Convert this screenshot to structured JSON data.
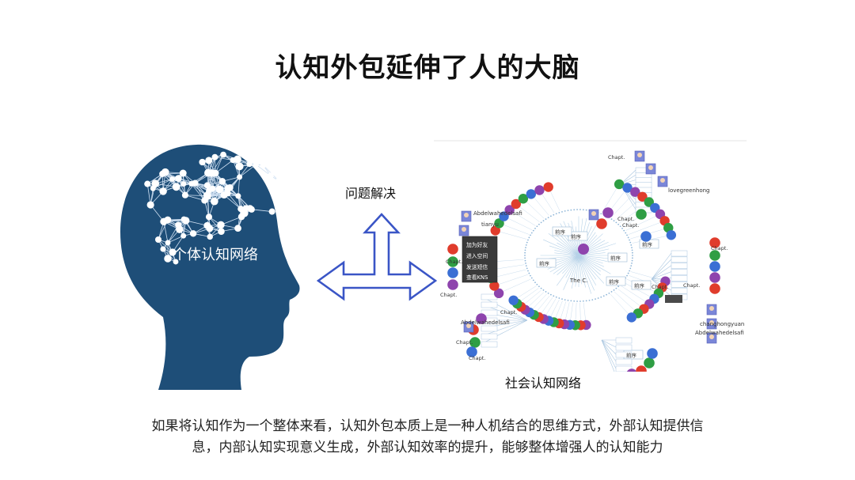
{
  "title": "认知外包延伸了人的大脑",
  "head": {
    "label": "个体认知网络",
    "color": "#1e4e78",
    "icon": "human-head-brain-network-icon"
  },
  "arrow": {
    "label": "问题解决",
    "color": "#3a55c6",
    "icon": "three-way-arrow-icon"
  },
  "network": {
    "label": "社会认知网络",
    "icon": "social-network-graph-icon",
    "center_label": "The C.",
    "section_label": "前序",
    "chapter_label": "Chapt.",
    "context_menu": [
      "加为好友",
      "进入空间",
      "发送短信",
      "查看KNS"
    ],
    "user_names": [
      "Abdelwahedelsafi",
      "tianyu",
      "lovegreenhong",
      "changhongyuan"
    ],
    "node_colors": [
      "#e03c2c",
      "#2f9e44",
      "#3b6fd4",
      "#8e44ad"
    ]
  },
  "caption": {
    "line1": "如果将认知作为一个整体来看，认知外包本质上是一种人机结合的思维方式，外部认知提供信",
    "line2": "息，内部认知实现意义生成，外部认知效率的提升，能够整体增强人的认知能力"
  }
}
